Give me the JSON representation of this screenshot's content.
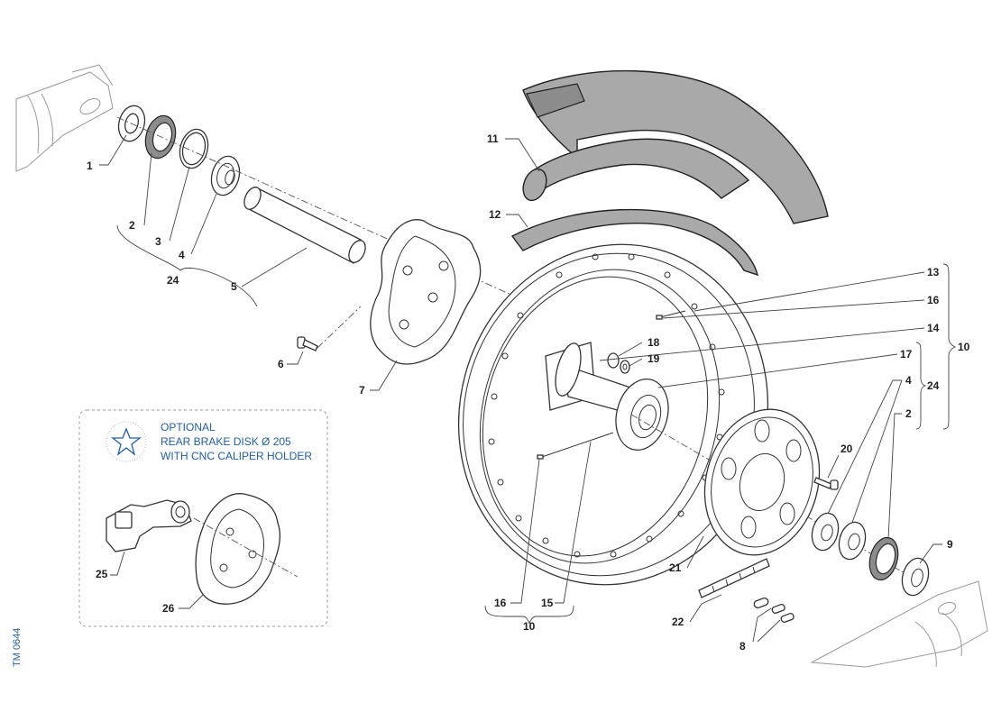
{
  "labels": {
    "l1": "1",
    "l2": "2",
    "l3": "3",
    "l4": "4",
    "l5": "5",
    "l6": "6",
    "l7": "7",
    "l8": "8",
    "l9": "9",
    "l10_top": "10",
    "l10_bottom": "10",
    "l11": "11",
    "l12": "12",
    "l13": "13",
    "l14": "14",
    "l15": "15",
    "l16_top": "16",
    "l16_bottom": "16",
    "l17": "17",
    "l18": "18",
    "l19": "19",
    "l20": "20",
    "l21": "21",
    "l22": "22",
    "l24_left": "24",
    "l24_right": "24",
    "l4_right": "4",
    "l2_right": "2",
    "l25": "25",
    "l26": "26"
  },
  "optional_box": {
    "line1": "OPTIONAL",
    "line2": "REAR BRAKE DISK Ø 205",
    "line3": "WITH CNC CALIPER HOLDER"
  },
  "drawing_code": "TM 0644",
  "colors": {
    "note_blue": "#1f5fa8",
    "tyre_grey": "#a9a9a9",
    "line": "#333333"
  }
}
